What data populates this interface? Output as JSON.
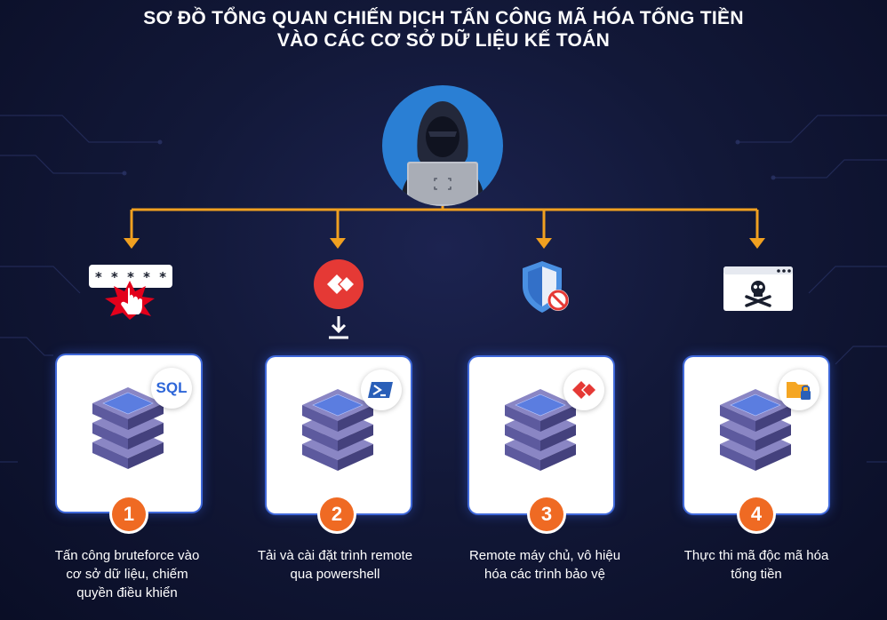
{
  "title": {
    "line1": "SƠ ĐỒ TỔNG QUAN CHIẾN DỊCH TẤN CÔNG MÃ HÓA TỐNG TIỀN",
    "line2": "VÀO CÁC CƠ SỞ DỮ LIỆU KẾ TOÁN"
  },
  "colors": {
    "accent_orange": "#f0a020",
    "number_orange": "#ef6a23",
    "card_border": "#3f68d9",
    "background": "#121838"
  },
  "steps": [
    {
      "number": "1",
      "top_icon": "password-click-icon",
      "password_mask": "* * * * * *",
      "badge_icon": "sql-badge-icon",
      "badge_text": "SQL",
      "desc_line1": "Tấn công bruteforce vào",
      "desc_line2": "cơ sở dữ liệu, chiếm",
      "desc_line3": "quyền điều khiển"
    },
    {
      "number": "2",
      "top_icon": "remote-download-icon",
      "badge_icon": "powershell-icon",
      "desc_line1": "Tải và cài đặt trình remote",
      "desc_line2": "qua powershell"
    },
    {
      "number": "3",
      "top_icon": "shield-blocked-icon",
      "badge_icon": "remote-desktop-icon",
      "desc_line1": "Remote máy chủ, vô hiệu",
      "desc_line2": "hóa các trình bảo vệ"
    },
    {
      "number": "4",
      "top_icon": "malware-window-icon",
      "badge_icon": "locked-folder-icon",
      "desc_line1": "Thực thi mã độc mã hóa",
      "desc_line2": "tống tiền"
    }
  ]
}
